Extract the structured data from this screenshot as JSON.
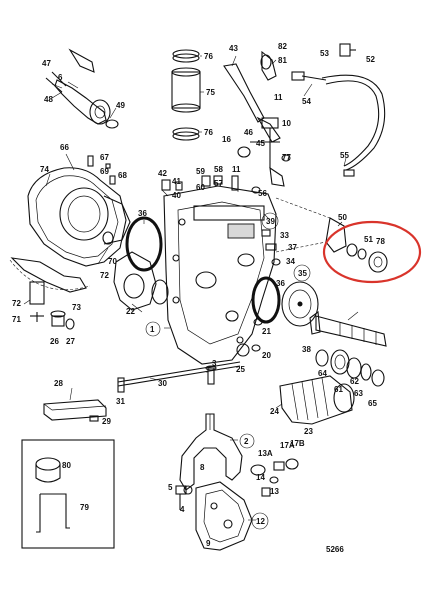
{
  "figure": {
    "number": "5266",
    "highlight_color": "#d9342b",
    "ink_color": "#111111",
    "background_color": "#ffffff"
  },
  "callouts": [
    {
      "id": "c47",
      "text": "47"
    },
    {
      "id": "c6",
      "text": "6"
    },
    {
      "id": "c48",
      "text": "48"
    },
    {
      "id": "c49",
      "text": "49"
    },
    {
      "id": "c76a",
      "text": "76"
    },
    {
      "id": "c75",
      "text": "75"
    },
    {
      "id": "c76b",
      "text": "76"
    },
    {
      "id": "c43",
      "text": "43"
    },
    {
      "id": "c82",
      "text": "82"
    },
    {
      "id": "c81",
      "text": "81"
    },
    {
      "id": "c53",
      "text": "53"
    },
    {
      "id": "c52",
      "text": "52"
    },
    {
      "id": "c54",
      "text": "54"
    },
    {
      "id": "c11a",
      "text": "11"
    },
    {
      "id": "c10",
      "text": "10"
    },
    {
      "id": "c77",
      "text": "77"
    },
    {
      "id": "c16",
      "text": "16"
    },
    {
      "id": "c46",
      "text": "46"
    },
    {
      "id": "c45",
      "text": "45"
    },
    {
      "id": "c66",
      "text": "66"
    },
    {
      "id": "c74",
      "text": "74"
    },
    {
      "id": "c67",
      "text": "67"
    },
    {
      "id": "c69",
      "text": "69"
    },
    {
      "id": "c68",
      "text": "68"
    },
    {
      "id": "c42",
      "text": "42"
    },
    {
      "id": "c41",
      "text": "41"
    },
    {
      "id": "c59",
      "text": "59"
    },
    {
      "id": "c60",
      "text": "60"
    },
    {
      "id": "c58",
      "text": "58"
    },
    {
      "id": "c57",
      "text": "57"
    },
    {
      "id": "c56",
      "text": "56"
    },
    {
      "id": "c55",
      "text": "55"
    },
    {
      "id": "c11b",
      "text": "11"
    },
    {
      "id": "c40",
      "text": "40"
    },
    {
      "id": "c36a",
      "text": "36"
    },
    {
      "id": "c39",
      "text": "39"
    },
    {
      "id": "c50",
      "text": "50"
    },
    {
      "id": "c51",
      "text": "51"
    },
    {
      "id": "c78",
      "text": "78"
    },
    {
      "id": "c33",
      "text": "33"
    },
    {
      "id": "c37",
      "text": "37"
    },
    {
      "id": "c34",
      "text": "34"
    },
    {
      "id": "c36b",
      "text": "36"
    },
    {
      "id": "c35",
      "text": "35"
    },
    {
      "id": "c70",
      "text": "70"
    },
    {
      "id": "c72a",
      "text": "72"
    },
    {
      "id": "c73",
      "text": "73"
    },
    {
      "id": "c72b",
      "text": "72"
    },
    {
      "id": "c71",
      "text": "71"
    },
    {
      "id": "c22",
      "text": "22"
    },
    {
      "id": "c1",
      "text": "1"
    },
    {
      "id": "c21",
      "text": "21"
    },
    {
      "id": "c38",
      "text": "38"
    },
    {
      "id": "c20",
      "text": "20"
    },
    {
      "id": "c26",
      "text": "26"
    },
    {
      "id": "c27",
      "text": "27"
    },
    {
      "id": "c64",
      "text": "64"
    },
    {
      "id": "c61",
      "text": "61"
    },
    {
      "id": "c62",
      "text": "62"
    },
    {
      "id": "c63",
      "text": "63"
    },
    {
      "id": "c65",
      "text": "65"
    },
    {
      "id": "c3",
      "text": "3"
    },
    {
      "id": "c25",
      "text": "25"
    },
    {
      "id": "c28",
      "text": "28"
    },
    {
      "id": "c30",
      "text": "30"
    },
    {
      "id": "c31",
      "text": "31"
    },
    {
      "id": "c29",
      "text": "29"
    },
    {
      "id": "c24",
      "text": "24"
    },
    {
      "id": "c23",
      "text": "23"
    },
    {
      "id": "c2",
      "text": "2"
    },
    {
      "id": "c80",
      "text": "80"
    },
    {
      "id": "c79",
      "text": "79"
    },
    {
      "id": "c13a",
      "text": "13A"
    },
    {
      "id": "c17a",
      "text": "17A"
    },
    {
      "id": "c17b",
      "text": "17B"
    },
    {
      "id": "c14",
      "text": "14"
    },
    {
      "id": "c13",
      "text": "13"
    },
    {
      "id": "c8",
      "text": "8"
    },
    {
      "id": "c5",
      "text": "5"
    },
    {
      "id": "c4",
      "text": "4"
    },
    {
      "id": "c12",
      "text": "12"
    },
    {
      "id": "c9",
      "text": "9"
    },
    {
      "id": "cfig",
      "text": "5266"
    }
  ]
}
